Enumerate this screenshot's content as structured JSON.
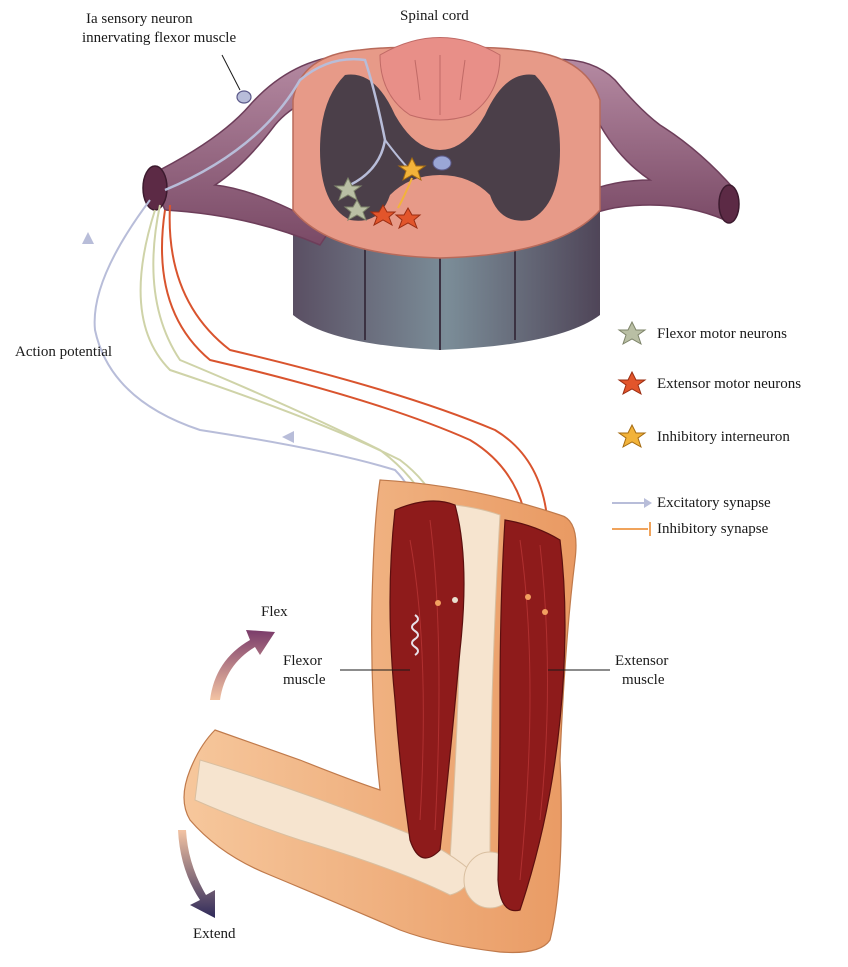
{
  "labels": {
    "spinal_cord": "Spinal cord",
    "ia_sensory_line1": "Ia sensory neuron",
    "ia_sensory_line2": "innervating flexor muscle",
    "action_potential": "Action potential",
    "flex": "Flex",
    "extend": "Extend",
    "flexor_line1": "Flexor",
    "flexor_line2": "muscle",
    "extensor_line1": "Extensor",
    "extensor_line2": "muscle"
  },
  "legend": {
    "items": [
      {
        "label": "Flexor motor neurons",
        "icon": "gray-star-icon",
        "color": "#b9bfa4"
      },
      {
        "label": "Extensor motor neurons",
        "icon": "red-star-icon",
        "color": "#e2552b"
      },
      {
        "label": "Inhibitory interneuron",
        "icon": "yellow-star-icon",
        "color": "#f2b33a"
      },
      {
        "label": "Excitatory synapse",
        "icon": "excitatory-arrow-icon",
        "color": "#b8bdd9"
      },
      {
        "label": "Inhibitory synapse",
        "icon": "inhibitory-bar-icon",
        "color": "#f0a35b"
      }
    ]
  },
  "colors": {
    "gray_matter": "#4b3f49",
    "white_matter": "#e79a88",
    "nerve": "#9a6a86",
    "muscle": "#8e1b1b",
    "skin": "#f2b98c",
    "bone": "#f6e4cf",
    "arrow": "#2f2a5a"
  }
}
